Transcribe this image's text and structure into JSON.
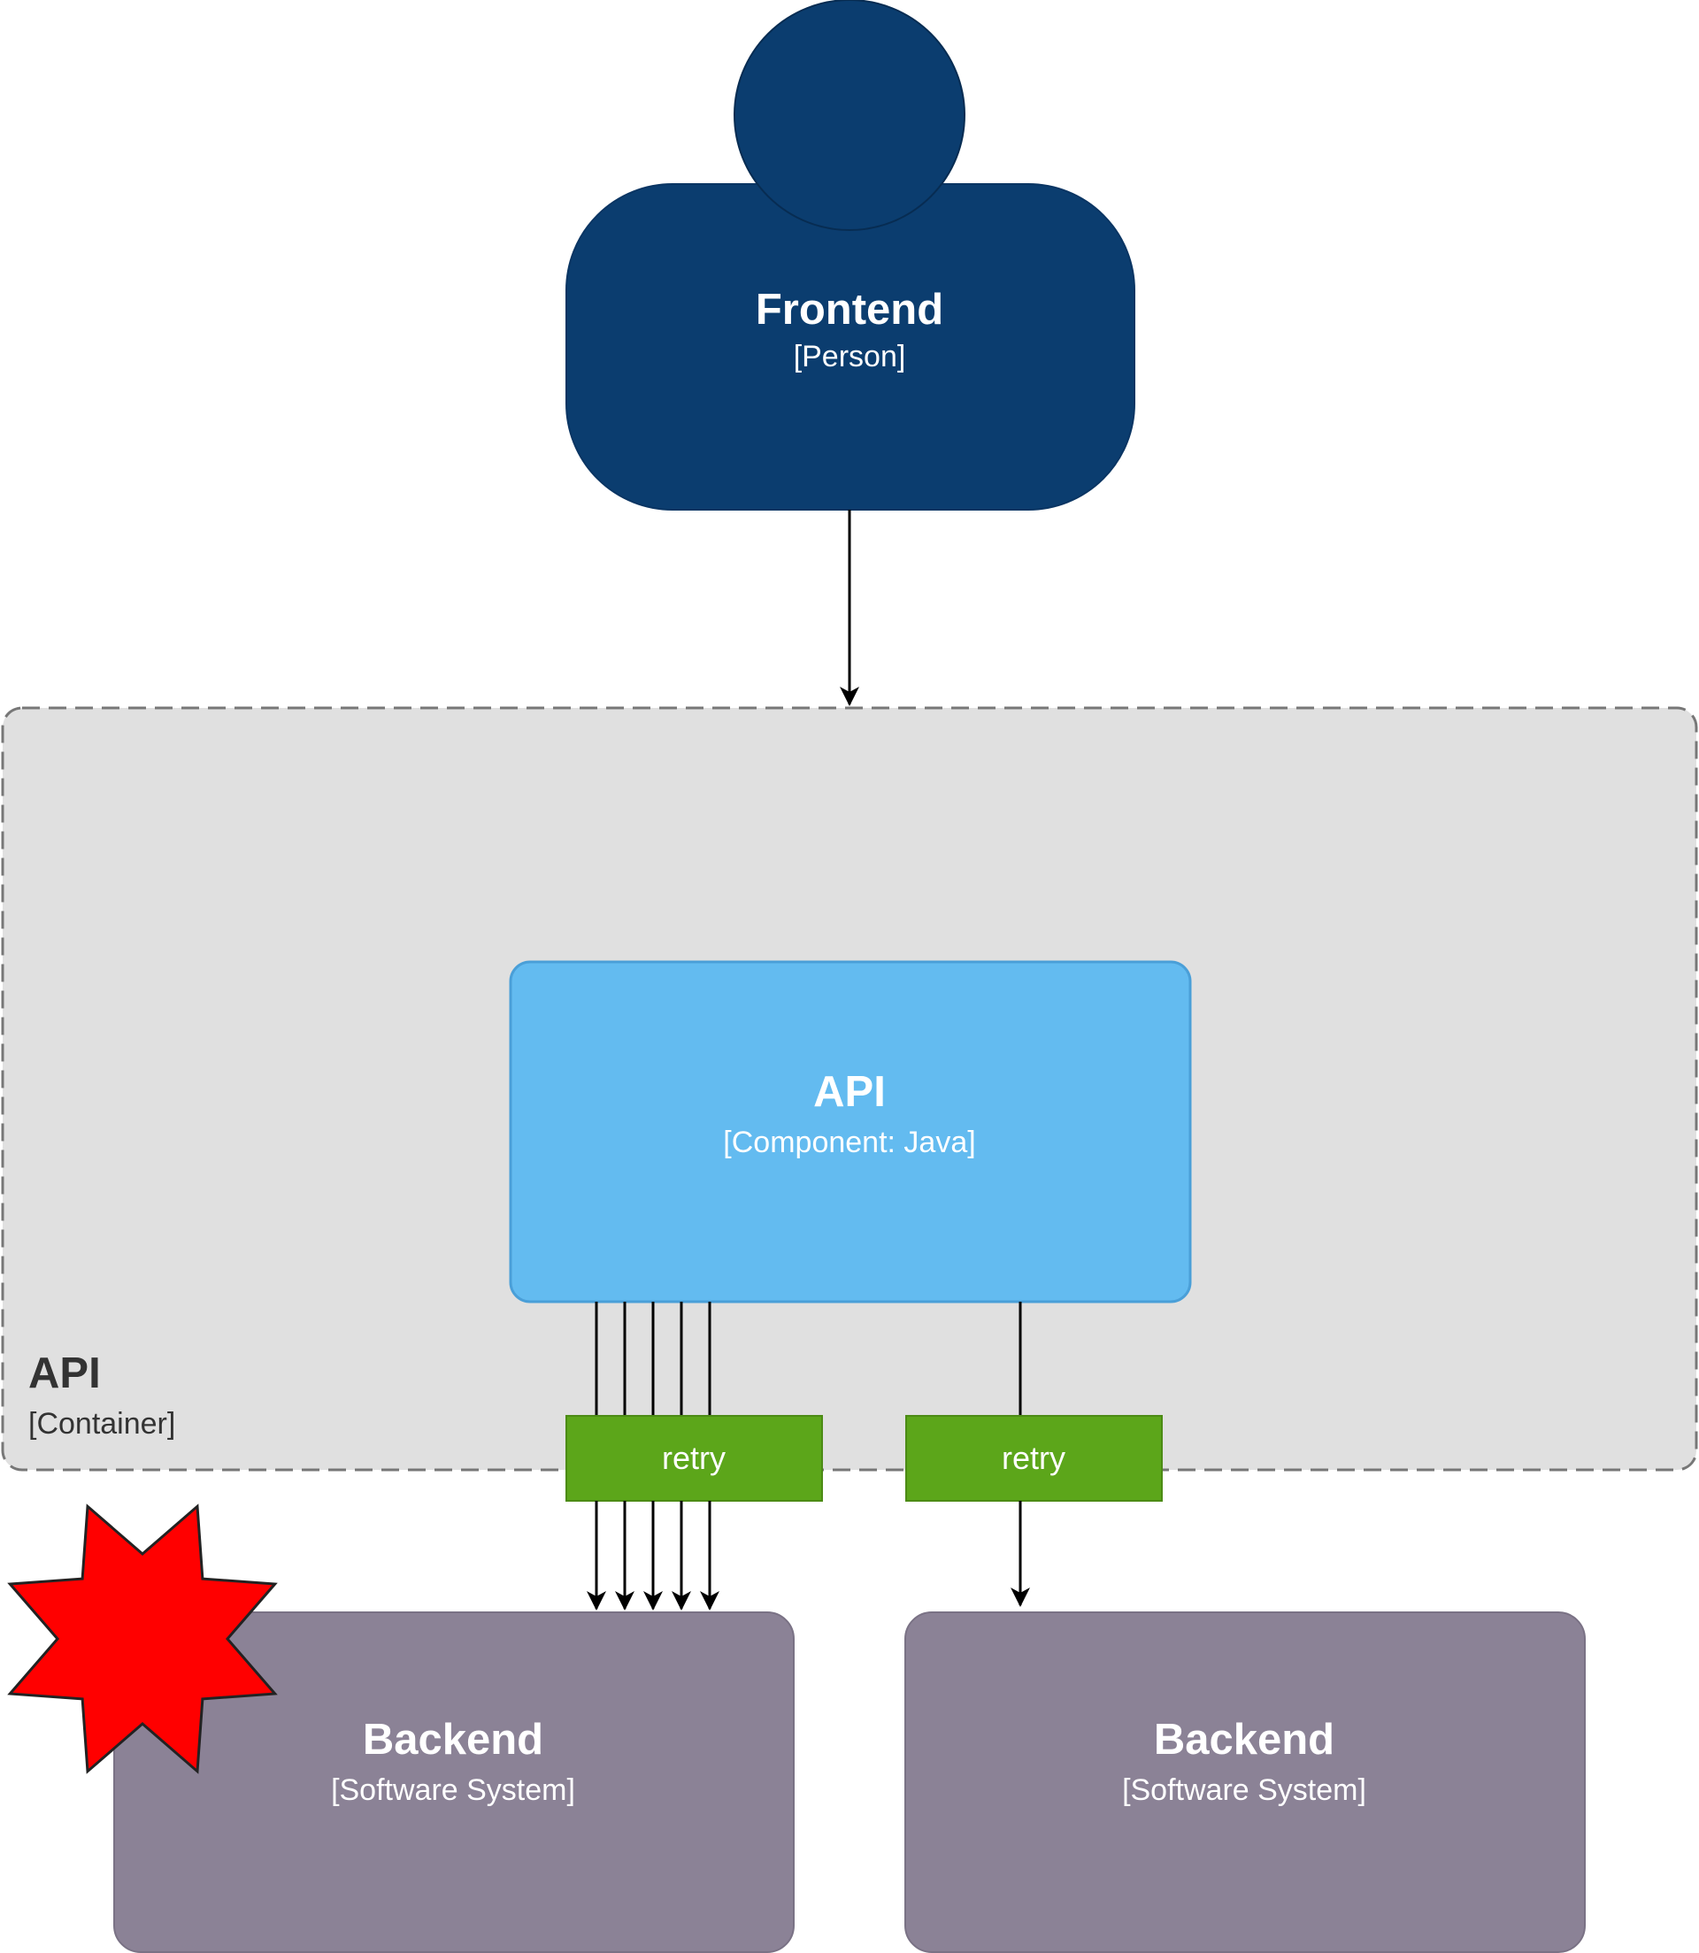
{
  "frontend": {
    "title": "Frontend",
    "type": "[Person]",
    "color": "#0b3d6f"
  },
  "container_boundary": {
    "title": "API",
    "type": "[Container]",
    "color": "#e0e0e0"
  },
  "api_component": {
    "title": "API",
    "type": "[Component: Java]",
    "color": "#63bbf0"
  },
  "retry_left": {
    "label": "retry",
    "color": "#5ca61a"
  },
  "retry_right": {
    "label": "retry",
    "color": "#5ca61a"
  },
  "backend_left": {
    "title": "Backend",
    "type": "[Software System]",
    "color": "#8b8296"
  },
  "backend_right": {
    "title": "Backend",
    "type": "[Software System]",
    "color": "#8b8296"
  },
  "failure_marker": {
    "icon": "explosion-star-icon",
    "color": "#ff0000"
  }
}
